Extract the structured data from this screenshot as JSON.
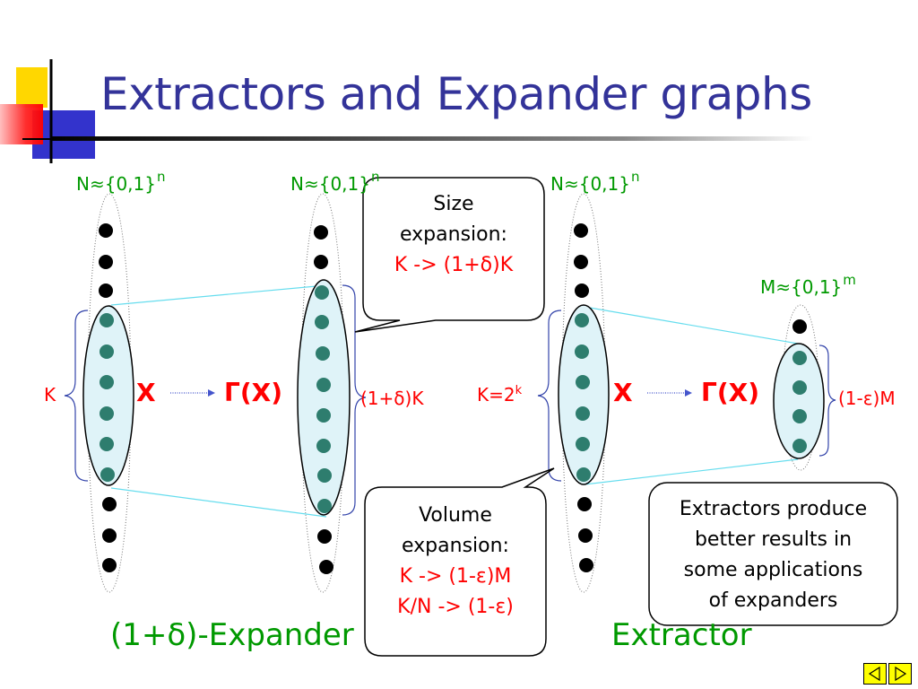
{
  "slide": {
    "title": "Extractors and Expander graphs",
    "expander_caption": "(1+δ)-Expander",
    "extractor_caption": "Extractor",
    "set_n_base": "N≈{0,1}",
    "set_n_exp": "n",
    "set_m_base": "M≈{0,1}",
    "set_m_exp": "m",
    "label_k": "K",
    "label_k2_base": "K=2",
    "label_k2_exp": "k",
    "label_x": "X",
    "label_gamma_x": "Γ(X)",
    "label_expanded": "(1+δ)K",
    "label_extracted": "(1-ε)M",
    "callout_size": {
      "line1": "Size",
      "line2": "expansion:",
      "line3_a": "K ->",
      "line3_b": "(1+δ)K"
    },
    "callout_volume": {
      "line1": "Volume",
      "line2": "expansion:",
      "line3_a": "K ->",
      "line3_b": "(1-ε)M",
      "line4_a": "K/N ->",
      "line4_b": "(1-ε)"
    },
    "callout_note": {
      "line1": "Extractors produce",
      "line2": "better results in",
      "line3": "some applications",
      "line4": "of expanders"
    }
  },
  "colors": {
    "title": "#333399",
    "green": "#009900",
    "red": "#ff0000",
    "oval_fill": "#dff3f8",
    "dot_teal": "#2e7d6e",
    "edge_cyan": "#66ddee",
    "brace": "#3344aa",
    "nav_fill": "#ffff00"
  },
  "nav": {
    "prev_icon": "triangle-left-icon",
    "next_icon": "triangle-right-icon"
  }
}
